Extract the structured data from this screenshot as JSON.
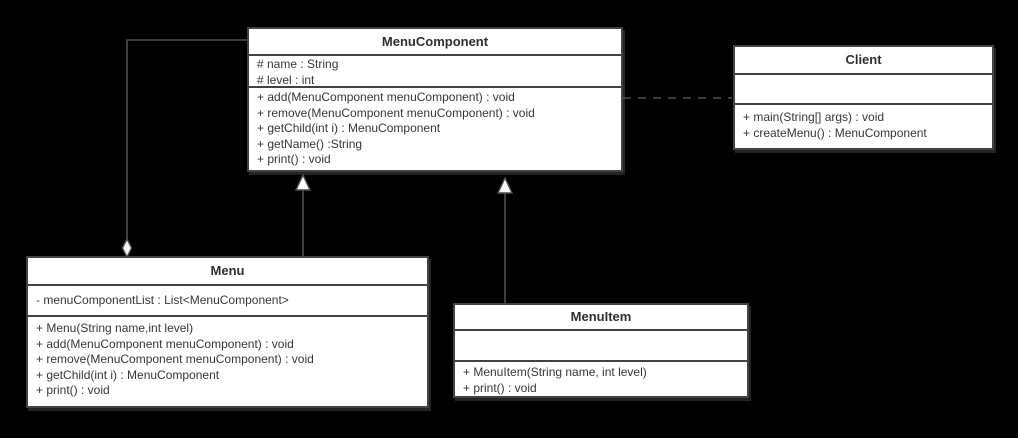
{
  "diagram": {
    "kind": "uml-class-diagram",
    "background_color": "#000000",
    "box_fill_color": "#ffffff",
    "border_color": "#424242",
    "line_color": "#4d4d4d",
    "text_color": "#373737"
  },
  "classes": [
    {
      "name": "MenuComponent",
      "attributes": [
        "# name : String",
        "# level : int"
      ],
      "methods": [
        "+ add(MenuComponent menuComponent) : void",
        "+ remove(MenuComponent menuComponent) : void",
        "+ getChild(int i) : MenuComponent",
        "+ getName() :String",
        "+ print() : void"
      ]
    },
    {
      "name": "Client",
      "attributes": [],
      "methods": [
        "+ main(String[] args) : void",
        "+ createMenu() : MenuComponent"
      ]
    },
    {
      "name": "Menu",
      "attributes": [
        "- menuComponentList : List<MenuComponent>"
      ],
      "methods": [
        "+ Menu(String name,int level)",
        "+ add(MenuComponent menuComponent) : void",
        "+ remove(MenuComponent menuComponent) : void",
        "+ getChild(int i) : MenuComponent",
        "+ print() : void"
      ]
    },
    {
      "name": "MenuItem",
      "attributes": [],
      "methods": [
        "+ MenuItem(String name, int level)",
        "+ print() : void"
      ]
    }
  ],
  "relationships": [
    {
      "type": "aggregation",
      "from": "MenuComponent",
      "to": "Menu",
      "marker": "hollow-diamond-at-menu"
    },
    {
      "type": "generalization",
      "from": "Menu",
      "to": "MenuComponent",
      "marker": "hollow-triangle-at-menucomponent"
    },
    {
      "type": "generalization",
      "from": "MenuItem",
      "to": "MenuComponent",
      "marker": "hollow-triangle-at-menucomponent"
    },
    {
      "type": "dependency",
      "from": "Client",
      "to": "MenuComponent",
      "marker": "dashed-line"
    }
  ]
}
